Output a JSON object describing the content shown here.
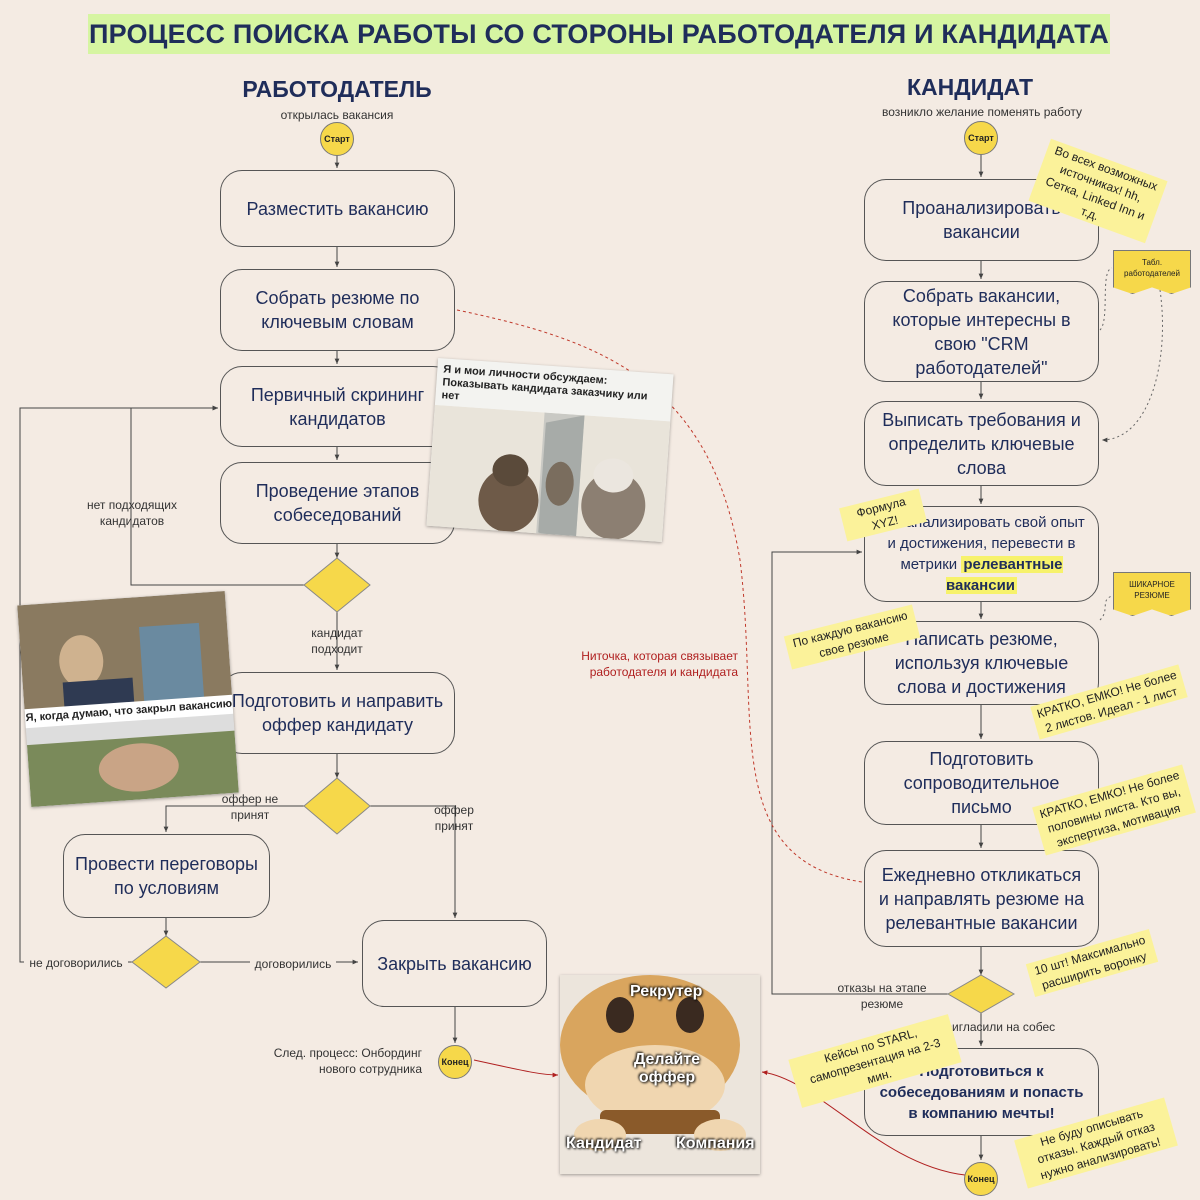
{
  "title": "ПРОЦЕСС ПОИСКА РАБОТЫ СО СТОРОНЫ РАБОТОДАТЕЛЯ И КАНДИДАТА",
  "employer": {
    "heading": "РАБОТОДАТЕЛЬ",
    "subtitle": "открылась вакансия",
    "start": "Старт",
    "steps": {
      "post": "Разместить вакансию",
      "collect": "Собрать резюме по ключевым словам",
      "screen": "Первичный скрининг кандидатов",
      "interviews": "Проведение этапов собеседований",
      "offer": "Подготовить и направить оффер кандидату",
      "negotiate": "Провести переговоры по условиям",
      "close": "Закрыть вакансию"
    },
    "labels": {
      "no_candidates": "нет подходящих кандидатов",
      "candidate_fits": "кандидат подходит",
      "offer_rejected": "оффер не принят",
      "offer_accepted": "оффер принят",
      "not_agreed": "не договорились",
      "agreed": "договорились",
      "next_process": "След. процесс: Онбординг нового сотрудника"
    },
    "end": "Конец"
  },
  "candidate": {
    "heading": "КАНДИДАТ",
    "subtitle": "возникло желание  поменять работу",
    "start": "Старт",
    "steps": {
      "analyze": "Проанализировать вакансии",
      "collect": "Собрать вакансии, которые интересны в свою \"CRM работодателей\"",
      "requirements": "Выписать требования и определить ключевые слова",
      "experience_pre": "Проанализировать свой опыт и достижения, перевести в метрики",
      "experience_hl": "релевантные вакансии",
      "resume": "Написать резюме, используя ключевые слова и достижения",
      "cover": "Подготовить сопроводительное письмо",
      "respond": "Ежедневно откликаться и направлять резюме на релевантные вакансии",
      "prepare": "Подготовиться к собеседованиям и попасть в компанию мечты!"
    },
    "labels": {
      "rejected": "отказы на этапе резюме",
      "invited": "пригласили на собес"
    },
    "end": "Конец",
    "flags": {
      "table": "Табл. работодателей",
      "resume": "ШИКАРНОЕ РЕЗЮМЕ"
    },
    "notes": {
      "sources": "Во всех возможных источниках! hh, Сетка, Linked Inn и т.д.",
      "xyz": "Формула XYZ!",
      "per_vacancy": "По каждую вакансию свое резюме",
      "resume_short": "КРАТКО, ЕМКО! Не более 2 листов. Идеал - 1 лист",
      "cover_short": "КРАТКО, ЕМКО! Не более половины листа. Кто вы, экспертиза, мотивация",
      "ten": "10 шт! Максимально расширить воронку",
      "cases": "Кейсы по STARL, самопрезентация на 2-3 мин.",
      "refusals": "Не буду описывать отказы. Каждый отказ нужно анализировать!"
    }
  },
  "thread_note": "Ниточка, которая связывает работодателя и кандидата",
  "memes": {
    "cats": "Я и мои личности обсуждаем: Показывать кандидата заказчику или нет",
    "leo": "Я, когда думаю, что закрыл вакансию",
    "dog_recruiter": "Рекрутер",
    "dog_offer": "Делайте оффер",
    "dog_candidate": "Кандидат",
    "dog_company": "Компания"
  },
  "colors": {
    "background": "#f4ebe3",
    "title_bg": "#d6f5a2",
    "decision": "#f6d84a",
    "text": "#1f2d5a",
    "thread": "#c0392b",
    "note": "#fbf29a"
  }
}
